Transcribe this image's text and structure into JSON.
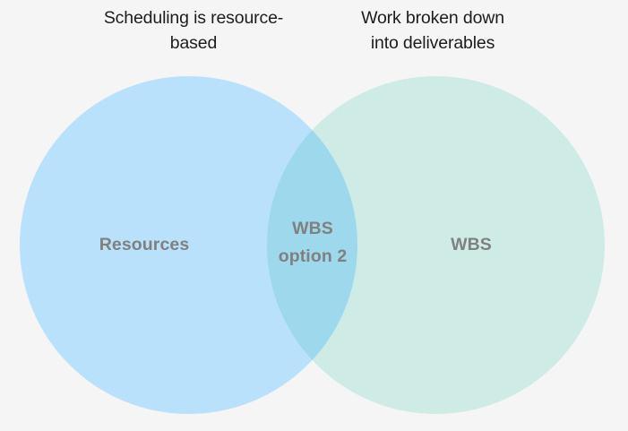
{
  "diagram": {
    "type": "venn",
    "background_color": "#f5f5f6",
    "headings": [
      {
        "id": "left",
        "text": "Scheduling is resource-\nbased",
        "color": "#1d1d1f"
      },
      {
        "id": "right",
        "text": "Work broken down\ninto deliverables",
        "color": "#1d1d1f"
      }
    ],
    "sets": [
      {
        "id": "left",
        "label": "Resources",
        "fill_color": "#bae1fc",
        "label_color": "#808080"
      },
      {
        "id": "right",
        "label": "WBS",
        "fill_color": "#d8f5ef",
        "label_color": "#808080"
      }
    ],
    "intersection": {
      "label": "WBS\noption 2",
      "fill_color": "#c8eefa",
      "label_color": "#808080"
    }
  }
}
